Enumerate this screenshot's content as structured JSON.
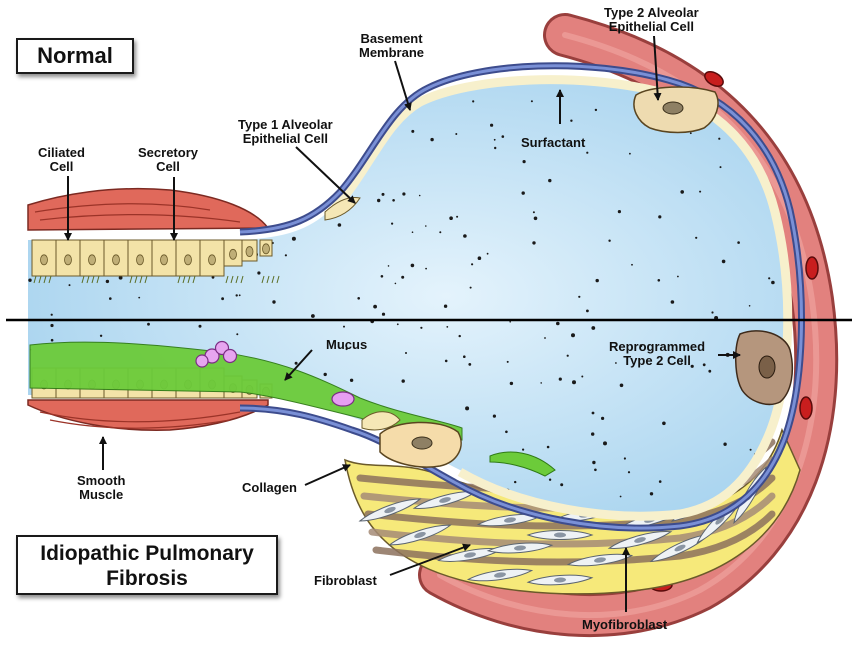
{
  "titles": {
    "normal": "Normal",
    "ipf_line1": "Idiopathic Pulmonary",
    "ipf_line2": "Fibrosis"
  },
  "labels": {
    "ciliated_cell": [
      "Ciliated",
      "Cell"
    ],
    "secretory_cell": [
      "Secretory",
      "Cell"
    ],
    "type1_cell": [
      "Type 1 Alveolar",
      "Epithelial Cell"
    ],
    "basement_membrane": [
      "Basement",
      "Membrane"
    ],
    "type2_cell": [
      "Type 2 Alveolar",
      "Epithelial Cell"
    ],
    "surfactant": [
      "Surfactant"
    ],
    "mucus": [
      "Mucus"
    ],
    "reprogrammed_type2": [
      "Reprogrammed",
      "Type 2 Cell"
    ],
    "smooth_muscle": [
      "Smooth",
      "Muscle"
    ],
    "collagen": [
      "Collagen"
    ],
    "fibroblast": [
      "Fibroblast"
    ],
    "myofibroblast": [
      "Myofibroblast"
    ]
  },
  "colors": {
    "vessel": "#e07f7d",
    "vessel_dark": "#b33a38",
    "rbc": "#c81e1e",
    "airspace": "#c9e6f7",
    "membrane": "#5b6db5",
    "lining": "#f6efc6",
    "epithelium": "#f3e3a8",
    "type2": "#eedbb0",
    "smooth_muscle": "#e06a5c",
    "mucus": "#6fcf3e",
    "mucin_granule": "#e7a5f0",
    "collagen": "#f4e35a",
    "myofibroblast": "#a99080",
    "fibroblast": "#e9eef2"
  }
}
